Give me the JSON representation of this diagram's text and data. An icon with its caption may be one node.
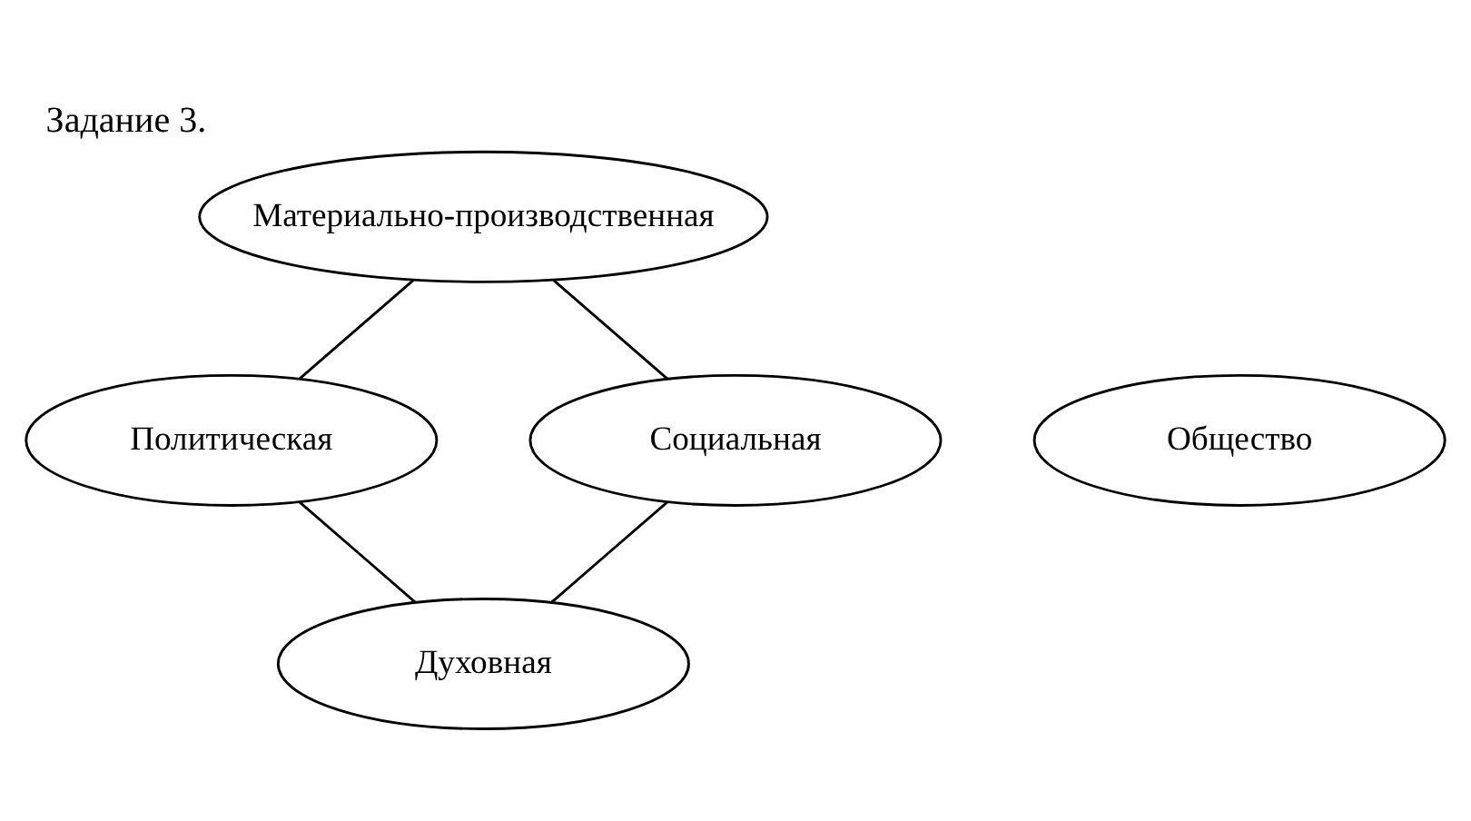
{
  "diagram": {
    "title": "Задание 3.",
    "nodes": [
      {
        "text": [
          "Материально-производственная"
        ]
      },
      {
        "text": [
          "Политическая"
        ]
      },
      {
        "text": [
          "Общество"
        ]
      },
      {
        "text": [
          "Социальная"
        ]
      },
      {
        "text": [
          "Духовная"
        ]
      }
    ],
    "edges": [
      {
        "from": 0,
        "to": 1,
        "arrow": "none"
      },
      {
        "from": 0,
        "to": 3,
        "arrow": "none"
      },
      {
        "from": 1,
        "to": 4,
        "arrow": "none"
      },
      {
        "from": 3,
        "to": 4,
        "arrow": "none"
      }
    ]
  }
}
